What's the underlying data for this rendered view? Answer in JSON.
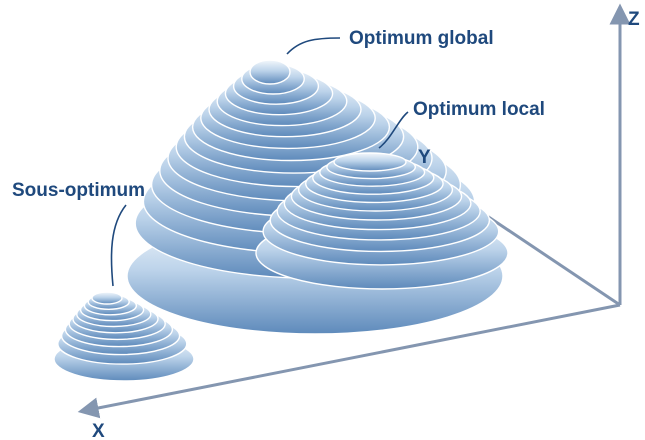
{
  "axes": {
    "x_label": "X",
    "y_label": "Y",
    "z_label": "Z"
  },
  "peaks": {
    "global": "Optimum global",
    "local": "Optimum local",
    "sub": "Sous-optimum"
  },
  "colors": {
    "text": "#1f497d",
    "axis": "#8496b0",
    "layer_light": "#f2f7fc",
    "layer_dark": "#5b87b7"
  }
}
